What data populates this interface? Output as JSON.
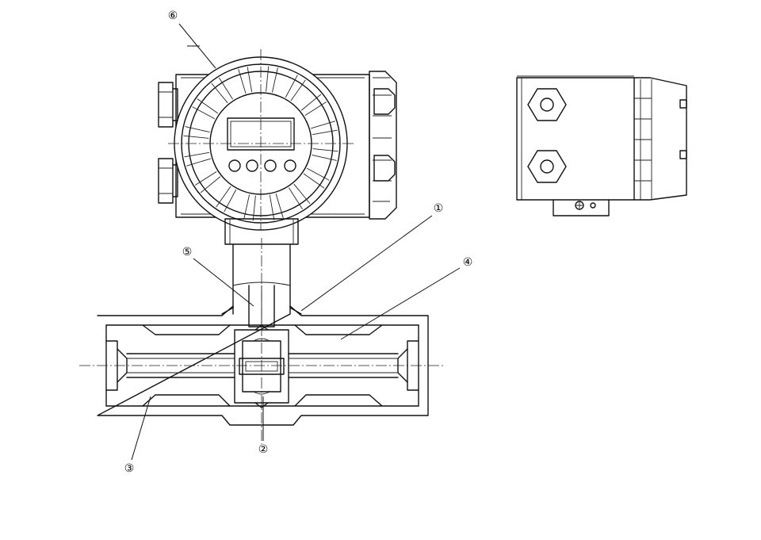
{
  "callouts": [
    {
      "id": "1",
      "label": "①"
    },
    {
      "id": "2",
      "label": "②"
    },
    {
      "id": "3",
      "label": "③"
    },
    {
      "id": "4",
      "label": "④"
    },
    {
      "id": "5",
      "label": "⑤"
    },
    {
      "id": "6",
      "label": "⑥"
    }
  ],
  "colors": {
    "line": "#111111",
    "background": "#ffffff"
  }
}
